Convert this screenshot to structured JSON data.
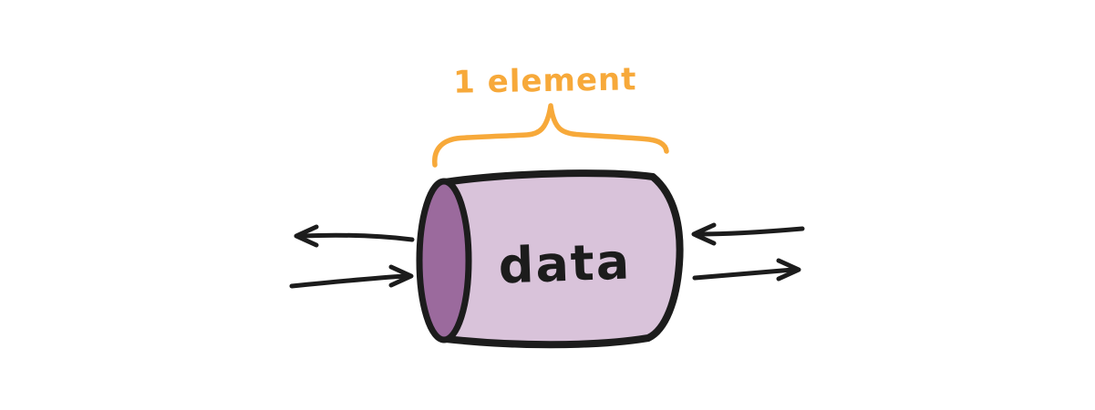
{
  "diagram": {
    "description": "hand-drawn cylinder buffer holding one data element with bidirectional flow arrows",
    "brace_label": "1 element",
    "cylinder_label": "data"
  },
  "colors": {
    "background": "#ffffff",
    "ink": "#1c1c1c",
    "accent_orange": "#f7a93a",
    "cylinder_fill": "#d9c3da",
    "cylinder_face_fill": "#9b6a9d"
  }
}
